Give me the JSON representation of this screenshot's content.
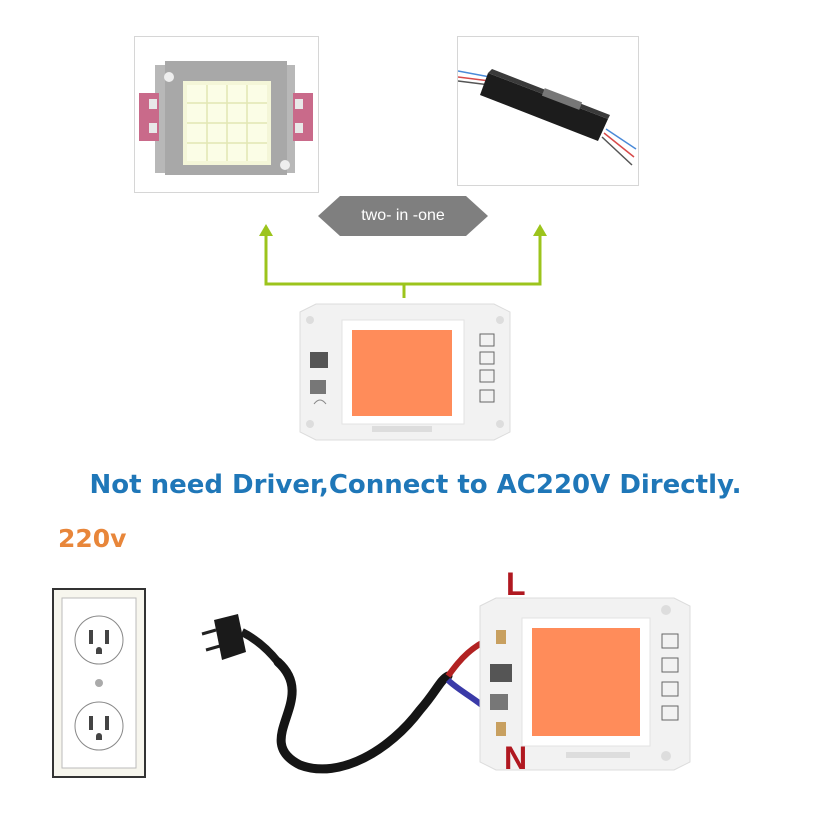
{
  "badge": {
    "text": "two- in -one"
  },
  "tagline": {
    "text": "Not need Driver,Connect to AC220V Directly."
  },
  "voltage": {
    "text": "220v"
  },
  "wiring": {
    "live_label": "L",
    "neutral_label": "N"
  },
  "colors": {
    "arrow": "#9cc41c",
    "tagline": "#1f77b8",
    "voltage": "#e8863a",
    "wire_labels": "#b01820",
    "led_chip": "#ff8c5a",
    "badge": "#7f7f7f",
    "live_wire": "#b22222",
    "neutral_wire": "#3a3aa8"
  },
  "icons": [
    "led-cob-chip-photo",
    "led-driver-photo",
    "ac-led-module",
    "wall-outlet-icon",
    "power-plug-icon"
  ]
}
